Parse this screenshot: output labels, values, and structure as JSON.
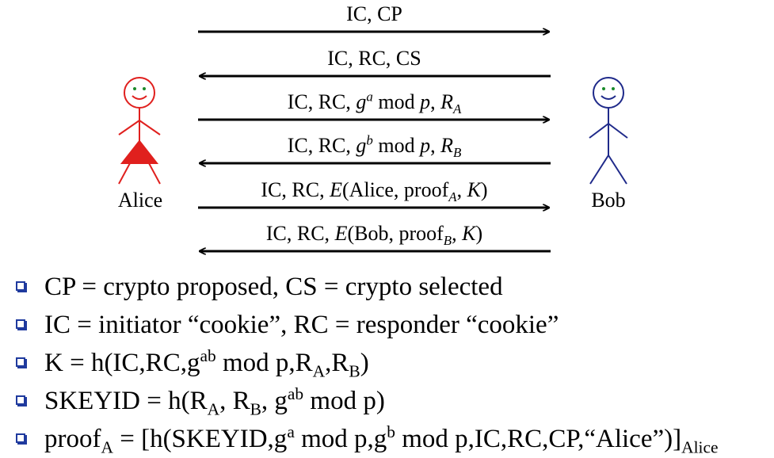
{
  "colors": {
    "alice": "#e0201e",
    "bob": "#1f2a8a",
    "face_eyes": "#1a8a2a",
    "bullet": "#1f3a9e"
  },
  "actors": {
    "alice": "Alice",
    "bob": "Bob"
  },
  "messages": [
    {
      "direction": "right",
      "parts": {
        "a": "IC, CP"
      }
    },
    {
      "direction": "left",
      "parts": {
        "a": "IC, RC, CS"
      }
    },
    {
      "direction": "right",
      "parts": {
        "a": "IC, RC, ",
        "g": "g",
        "exp": "a",
        "mod": " mod ",
        "p": "p",
        "comma": ", ",
        "R": "R",
        "sub": "A"
      }
    },
    {
      "direction": "left",
      "parts": {
        "a": "IC, RC, ",
        "g": "g",
        "exp": "b",
        "mod": " mod ",
        "p": "p",
        "comma": ", ",
        "R": "R",
        "sub": "B"
      }
    },
    {
      "direction": "right",
      "parts": {
        "a": "IC, RC, ",
        "E": "E",
        "open": "(Alice, proof",
        "sub": "A",
        "mid": ", ",
        "K": "K",
        "close": ")"
      }
    },
    {
      "direction": "left",
      "parts": {
        "a": "IC, RC, ",
        "E": "E",
        "open": "(Bob, proof",
        "sub": "B",
        "mid": ", ",
        "K": "K",
        "close": ")"
      }
    }
  ],
  "legend": {
    "b1": "CP = crypto proposed, CS = crypto selected",
    "b2": "IC = initiator “cookie”, RC = responder “cookie”",
    "b3": {
      "t1": "K = h(IC,RC,g",
      "sup1": "ab",
      "t2": " mod p,R",
      "sub1": "A",
      "t3": ",R",
      "sub2": "B",
      "t4": ")"
    },
    "b4": {
      "t1": "SKEYID = h(R",
      "sub1": "A",
      "t2": ", R",
      "sub2": "B",
      "t3": ", g",
      "sup1": "ab",
      "t4": " mod p)"
    },
    "b5": {
      "t1": "proof",
      "sub1": "A",
      "t2": " = [h(SKEYID,g",
      "sup1": "a",
      "t3": " mod p,g",
      "sup2": "b",
      "t4": " mod p,IC,RC,CP,“Alice”)]",
      "sub2": "Alice"
    }
  }
}
